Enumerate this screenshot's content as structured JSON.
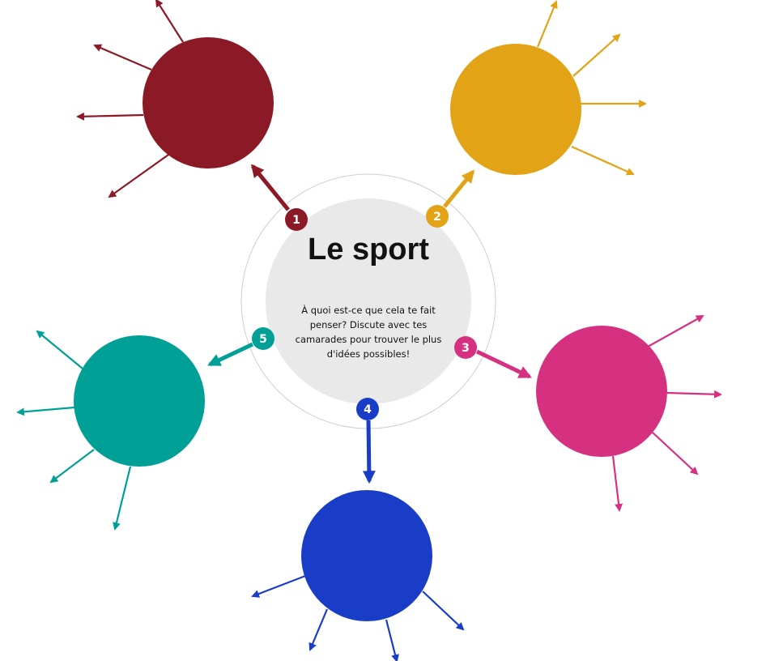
{
  "center": {
    "title": "Le sport",
    "prompt": "À quoi est-ce que cela te fait penser? Discute avec tes camarades pour trouver le plus d'idées possibles!",
    "fill_color": "#e9e9e9",
    "ring_color": "#cfcfcf"
  },
  "branches": [
    {
      "id": "1",
      "label": "1",
      "color": "#8b1a26"
    },
    {
      "id": "2",
      "label": "2",
      "color": "#e2a416"
    },
    {
      "id": "3",
      "label": "3",
      "color": "#d63081"
    },
    {
      "id": "4",
      "label": "4",
      "color": "#1a3dc8"
    },
    {
      "id": "5",
      "label": "5",
      "color": "#00a096"
    }
  ]
}
